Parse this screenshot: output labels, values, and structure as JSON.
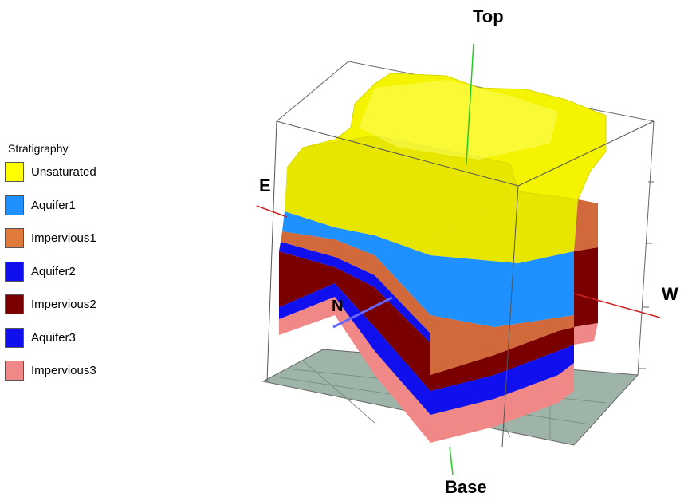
{
  "legend": {
    "title": "Stratigraphy",
    "items": [
      {
        "label": "Unsaturated",
        "color": "#ffff00"
      },
      {
        "label": "Aquifer1",
        "color": "#1e90ff"
      },
      {
        "label": "Impervious1",
        "color": "#e07a3a"
      },
      {
        "label": "Aquifer2",
        "color": "#1010ee"
      },
      {
        "label": "Impervious2",
        "color": "#7a0000"
      },
      {
        "label": "Aquifer3",
        "color": "#1010ee"
      },
      {
        "label": "Impervious3",
        "color": "#f08888"
      }
    ]
  },
  "axes": {
    "top": "Top",
    "base": "Base",
    "east": "E",
    "west": "W",
    "north": "N"
  },
  "colors": {
    "unsaturated_side": "#e6e600",
    "unsaturated_top": "#f4f400",
    "aquifer1": "#1e90ff",
    "impervious1": "#d2693a",
    "aquifer2": "#1010ee",
    "impervious2": "#7a0000",
    "impervious3": "#f08888",
    "ground_plane": "#9fb4a8",
    "frame": "#444444",
    "top_axis": "#22cc22",
    "ew_axis": "#cc2222",
    "n_axis": "#6666ff"
  }
}
